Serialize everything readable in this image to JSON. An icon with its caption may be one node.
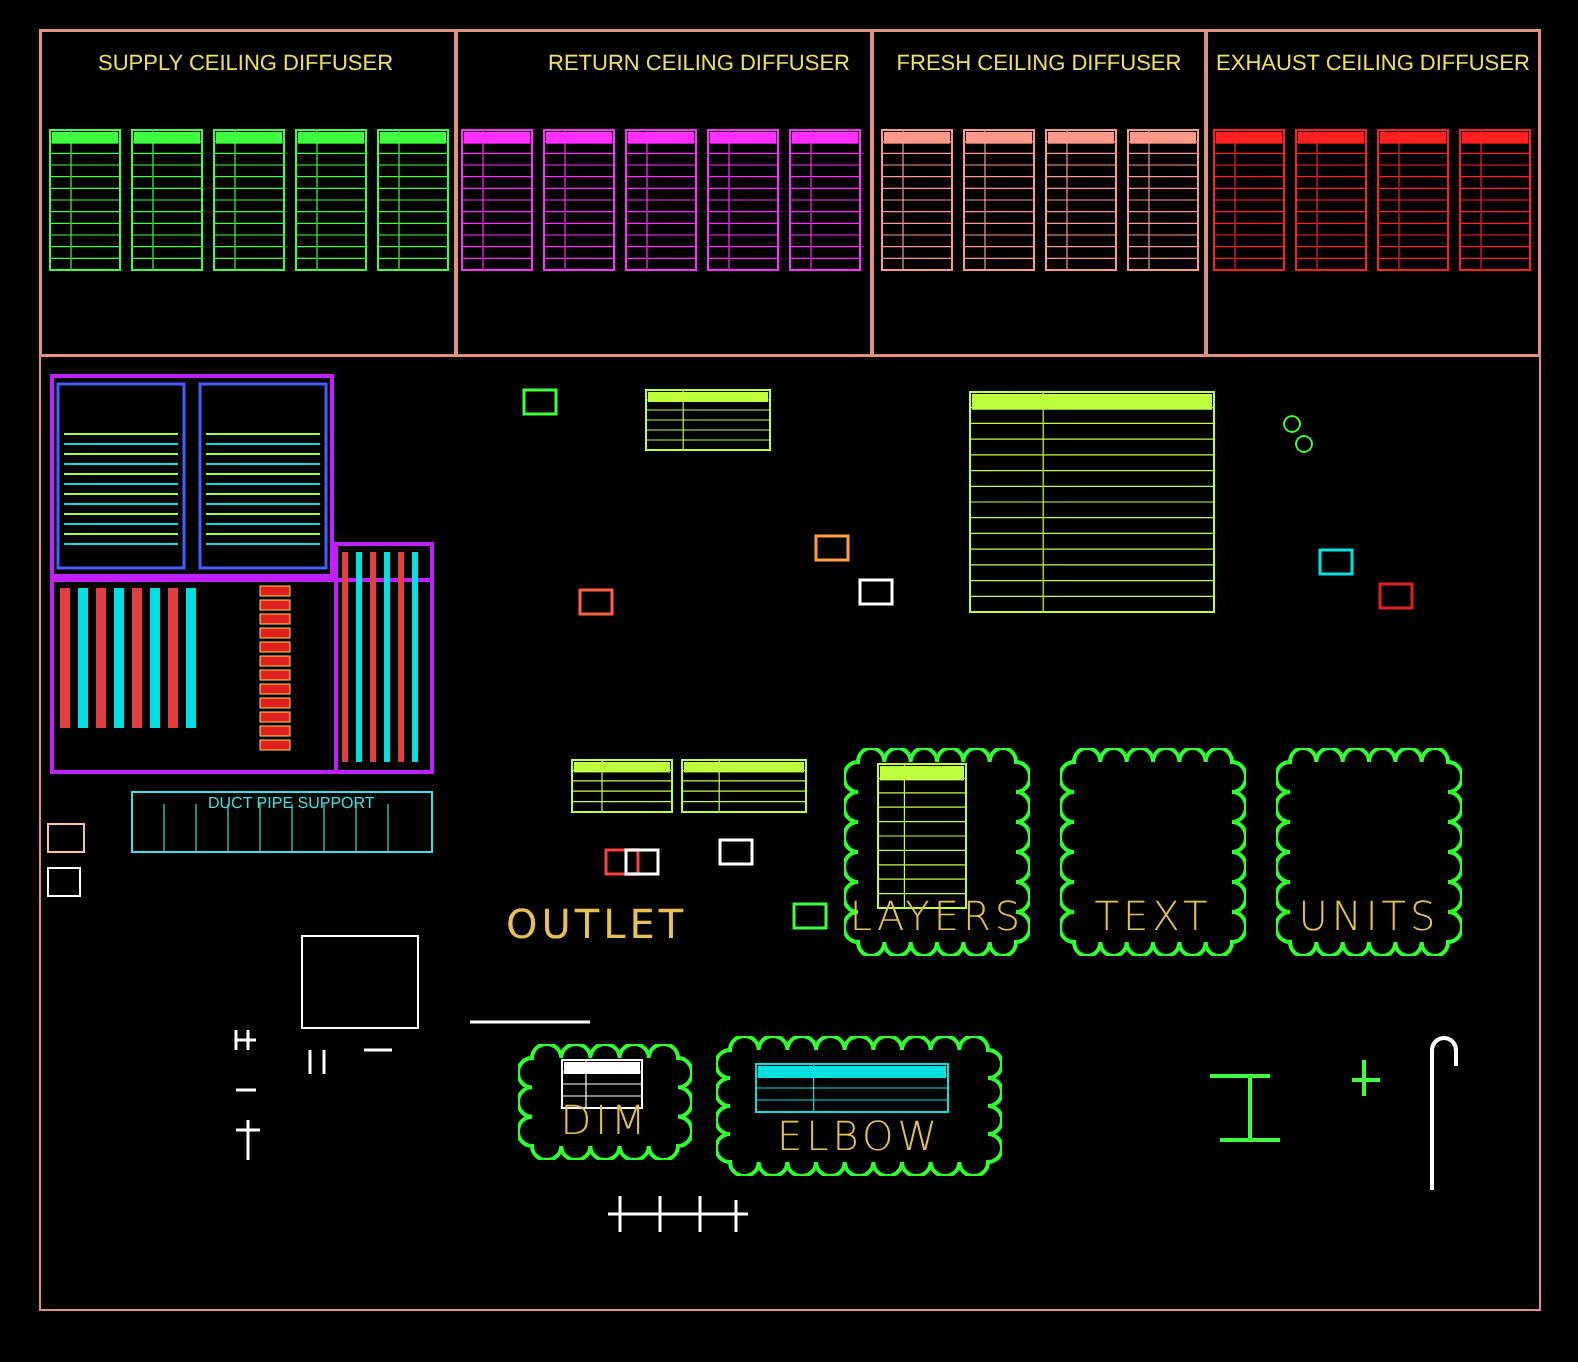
{
  "diagram": {
    "nodes": [
      {
        "text": [
          "SUPPLY CEILING DIFFUSER"
        ]
      },
      {
        "text": [
          "RETURN CEILING DIFFUSER"
        ]
      },
      {
        "text": [
          "FRESH CEILING DIFFUSER"
        ]
      },
      {
        "text": [
          "EXHAUST CEILING DIFFUSER"
        ]
      },
      {
        "text": [
          "LAYERS"
        ]
      },
      {
        "text": [
          "TEXT"
        ]
      },
      {
        "text": [
          "UNITS"
        ]
      },
      {
        "text": [
          "DIM"
        ]
      },
      {
        "text": [
          "ELBOW"
        ]
      }
    ],
    "edges": [],
    "labels": [
      "DUCT PIPE SUPPORT",
      "OUTLET"
    ]
  }
}
